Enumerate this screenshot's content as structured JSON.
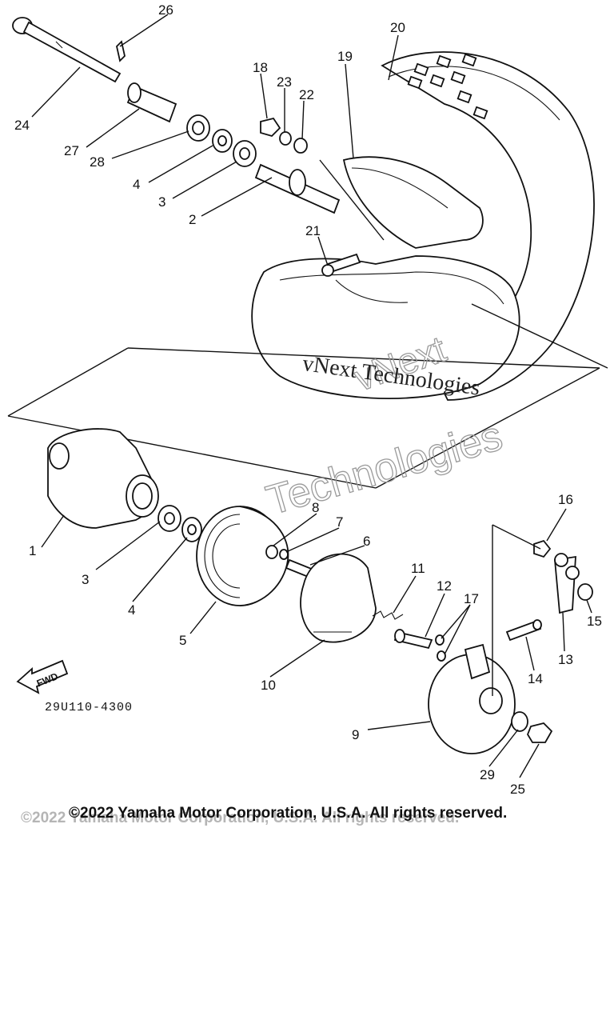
{
  "diagram": {
    "part_code": "29U110-4300",
    "fwd_label": "FWD",
    "watermark_main": "vNext Technologies",
    "watermark_outline_1": "vNext",
    "watermark_outline_2": "Technologies",
    "copyright": "©2022 Yamaha Motor Corporation, U.S.A. All rights reserved.",
    "callouts": [
      {
        "id": "c26",
        "label": "26"
      },
      {
        "id": "c20",
        "label": "20"
      },
      {
        "id": "c19",
        "label": "19"
      },
      {
        "id": "c18",
        "label": "18"
      },
      {
        "id": "c23",
        "label": "23"
      },
      {
        "id": "c22",
        "label": "22"
      },
      {
        "id": "c24",
        "label": "24"
      },
      {
        "id": "c27",
        "label": "27"
      },
      {
        "id": "c28",
        "label": "28"
      },
      {
        "id": "c4a",
        "label": "4"
      },
      {
        "id": "c3a",
        "label": "3"
      },
      {
        "id": "c2",
        "label": "2"
      },
      {
        "id": "c21",
        "label": "21"
      },
      {
        "id": "c8",
        "label": "8"
      },
      {
        "id": "c7",
        "label": "7"
      },
      {
        "id": "c6",
        "label": "6"
      },
      {
        "id": "c1",
        "label": "1"
      },
      {
        "id": "c3b",
        "label": "3"
      },
      {
        "id": "c4b",
        "label": "4"
      },
      {
        "id": "c5",
        "label": "5"
      },
      {
        "id": "c11",
        "label": "11"
      },
      {
        "id": "c12",
        "label": "12"
      },
      {
        "id": "c17",
        "label": "17"
      },
      {
        "id": "c16",
        "label": "16"
      },
      {
        "id": "c15",
        "label": "15"
      },
      {
        "id": "c13",
        "label": "13"
      },
      {
        "id": "c14",
        "label": "14"
      },
      {
        "id": "c10",
        "label": "10"
      },
      {
        "id": "c9",
        "label": "9"
      },
      {
        "id": "c29",
        "label": "29"
      },
      {
        "id": "c25",
        "label": "25"
      }
    ]
  }
}
